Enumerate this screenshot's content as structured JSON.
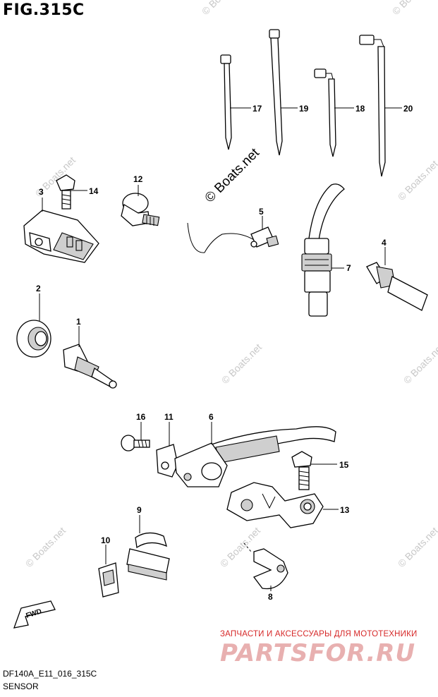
{
  "figure": {
    "title": "FIG.315C",
    "code": "DF140A_E11_016_315C",
    "caption": "SENSOR",
    "direction_label": "FWD"
  },
  "watermarks": {
    "main": "© Boats.net",
    "faint": "© Boats.net"
  },
  "shop_banner": {
    "line": "ЗАПЧАСТИ И АКСЕССУАРЫ ДЛЯ МОТОТЕХНИКИ",
    "logo": "PARTSFOR.RU"
  },
  "callouts": [
    {
      "id": "c17",
      "number": "17"
    },
    {
      "id": "c19",
      "number": "19"
    },
    {
      "id": "c18",
      "number": "18"
    },
    {
      "id": "c20",
      "number": "20"
    },
    {
      "id": "c3",
      "number": "3"
    },
    {
      "id": "c14",
      "number": "14"
    },
    {
      "id": "c12",
      "number": "12"
    },
    {
      "id": "c5",
      "number": "5"
    },
    {
      "id": "c7",
      "number": "7"
    },
    {
      "id": "c4",
      "number": "4"
    },
    {
      "id": "c2",
      "number": "2"
    },
    {
      "id": "c1",
      "number": "1"
    },
    {
      "id": "c16",
      "number": "16"
    },
    {
      "id": "c11",
      "number": "11"
    },
    {
      "id": "c6",
      "number": "6"
    },
    {
      "id": "c15",
      "number": "15"
    },
    {
      "id": "c9",
      "number": "9"
    },
    {
      "id": "c13",
      "number": "13"
    },
    {
      "id": "c10",
      "number": "10"
    },
    {
      "id": "c8",
      "number": "8"
    }
  ]
}
